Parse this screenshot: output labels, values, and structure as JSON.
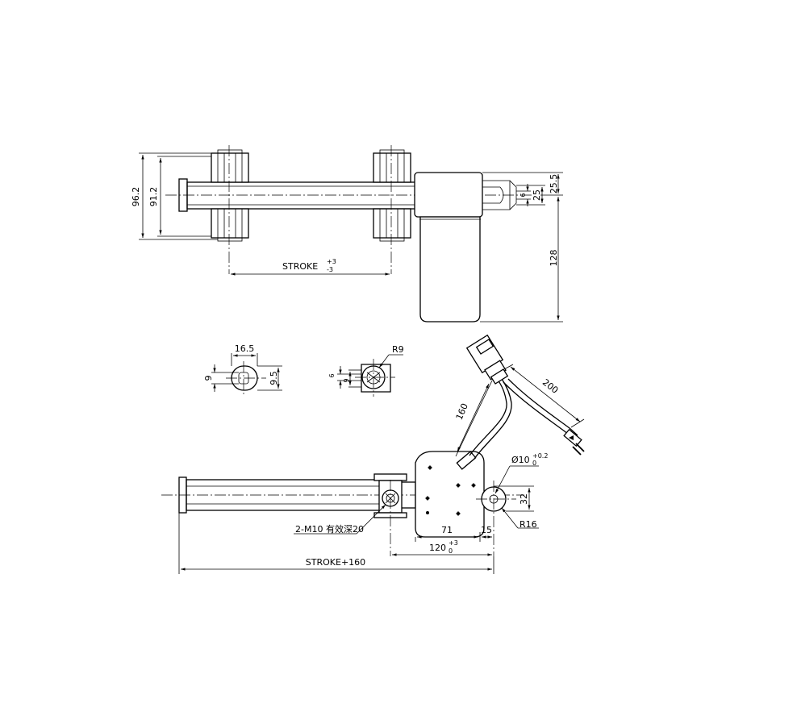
{
  "dimensions": {
    "top_view": {
      "height_outer": "96.2",
      "height_inner": "91.2",
      "stroke_text": "STROKE",
      "stroke_tol_upper": "+3",
      "stroke_tol_lower": "-3",
      "offset_top": "25.5",
      "shaft_small": "6",
      "shaft_width": "25",
      "motor_length": "128"
    },
    "end_view": {
      "width": "16.5",
      "inner_height": "9",
      "outer_height": "9.5"
    },
    "clevis_view": {
      "radius": "R9",
      "hole_small": "6",
      "hole_height": "9"
    },
    "side_view": {
      "cable_length": "200",
      "cable_offset": "160",
      "hole_dia": "Ø10",
      "hole_tol_upper": "+0.2",
      "hole_tol_lower": "0",
      "mount_height": "32",
      "radius": "R16",
      "thread_note": "2-M10 有效深20",
      "body_length": "71",
      "eye_offset": "15",
      "mount_distance": "120",
      "mount_tol_upper": "+3",
      "mount_tol_lower": "0",
      "total_length": "STROKE+160"
    }
  }
}
